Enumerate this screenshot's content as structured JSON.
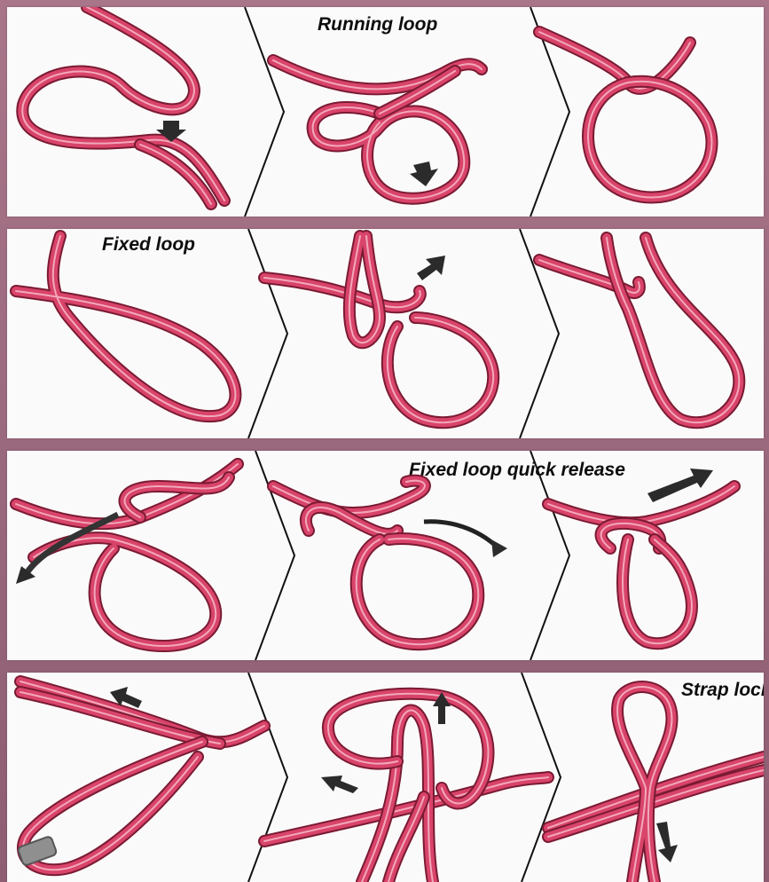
{
  "colors": {
    "rope": "#d9446a",
    "rope_outline": "#7a1a33",
    "rope_highlight": "#f2a8bb",
    "arrow": "#2b2b2b",
    "panel_bg": "#fbfafa",
    "frame": "#9c6a7d"
  },
  "strips": [
    {
      "id": "running-loop",
      "title": "Running loop"
    },
    {
      "id": "fixed-loop",
      "title": "Fixed loop"
    },
    {
      "id": "fixed-loop-quick-release",
      "title": "Fixed loop quick release"
    },
    {
      "id": "strap-lock",
      "title": "Strap lock"
    }
  ]
}
